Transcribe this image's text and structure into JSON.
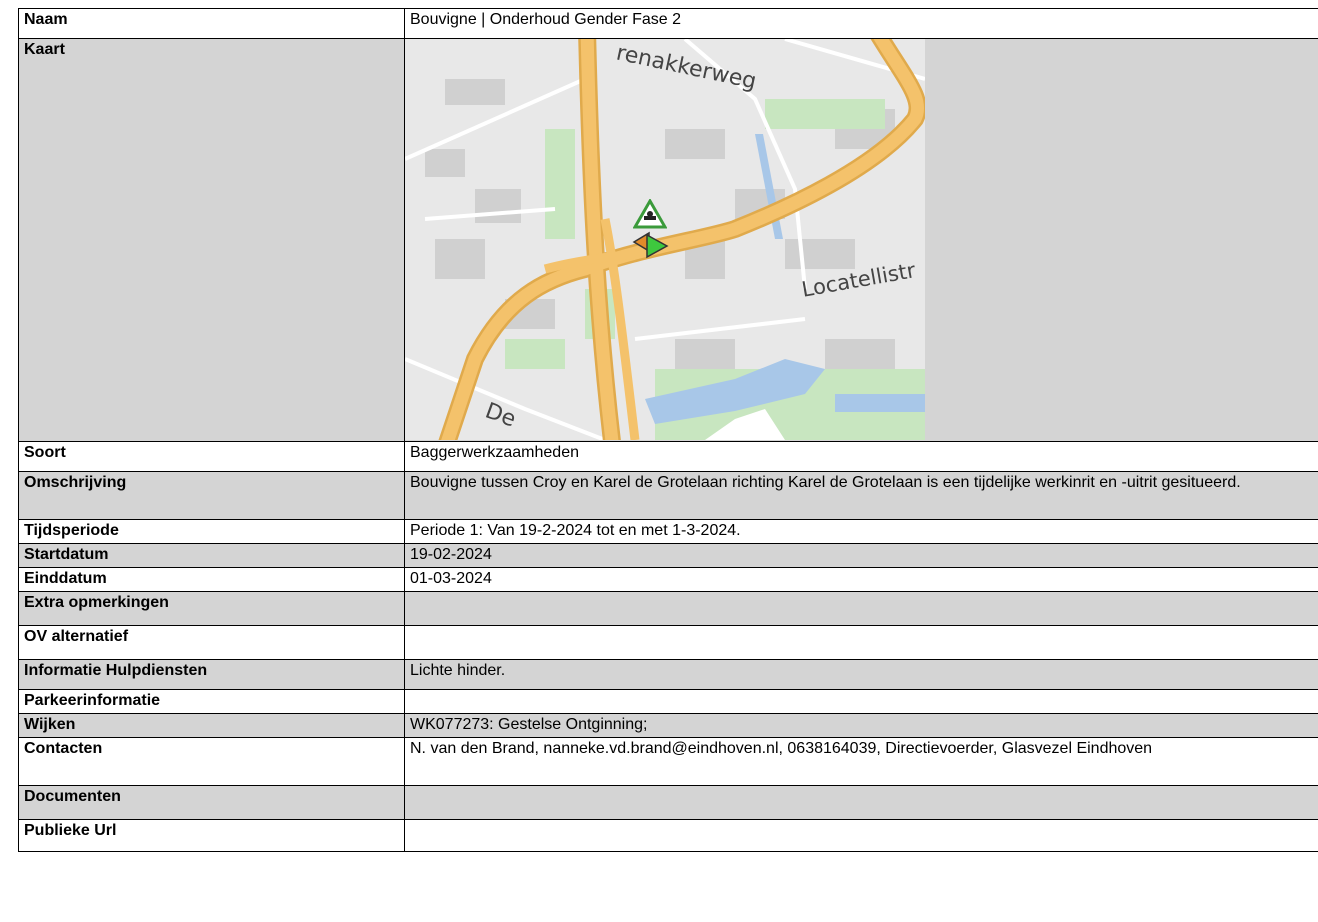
{
  "table": {
    "rows": [
      {
        "label": "Naam",
        "value": "Bouvigne | Onderhoud Gender Fase 2"
      },
      {
        "label": "Kaart",
        "value": ""
      },
      {
        "label": "Soort",
        "value": "Baggerwerkzaamheden"
      },
      {
        "label": "Omschrijving",
        "value": "Bouvigne tussen Croy en Karel de Grotelaan richting Karel de Grotelaan is een tijdelijke werkinrit en -uitrit gesitueerd."
      },
      {
        "label": "Tijdsperiode",
        "value": "Periode 1: Van 19-2-2024 tot en met 1-3-2024."
      },
      {
        "label": "Startdatum",
        "value": "19-02-2024"
      },
      {
        "label": "Einddatum",
        "value": "01-03-2024"
      },
      {
        "label": "Extra opmerkingen",
        "value": ""
      },
      {
        "label": "OV alternatief",
        "value": ""
      },
      {
        "label": "Informatie Hulpdiensten",
        "value": "Lichte hinder."
      },
      {
        "label": "Parkeerinformatie",
        "value": ""
      },
      {
        "label": "Wijken",
        "value": "WK077273: Gestelse Ontginning;"
      },
      {
        "label": "Contacten",
        "value": "N. van den Brand, nanneke.vd.brand@eindhoven.nl, 0638164039, Directievoerder, Glasvezel Eindhoven"
      },
      {
        "label": "Documenten",
        "value": ""
      },
      {
        "label": "Publieke Url",
        "value": ""
      }
    ]
  },
  "map": {
    "street_labels": [
      "renakkerweg",
      "Locatellistr",
      "De"
    ],
    "markers": [
      "roadwork-warning-icon",
      "orange-flag-icon",
      "green-flag-icon"
    ]
  },
  "colors": {
    "row_grey": "#d4d4d4",
    "road": "#f4c26b",
    "water": "#a8c7e8",
    "green": "#c8e6c0"
  }
}
